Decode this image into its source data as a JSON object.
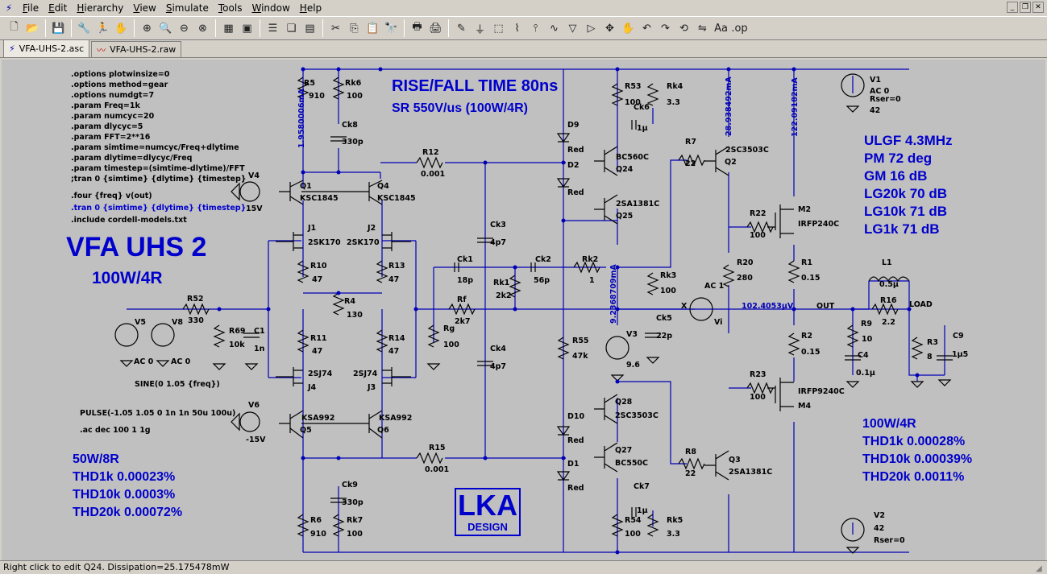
{
  "menu": [
    "File",
    "Edit",
    "Hierarchy",
    "View",
    "Simulate",
    "Tools",
    "Window",
    "Help"
  ],
  "window_controls": [
    "_",
    "❐",
    "✕"
  ],
  "toolbar_icons": [
    [
      "new-schematic-icon",
      "🗋"
    ],
    [
      "open-icon",
      "📂"
    ],
    [
      "sep",
      ""
    ],
    [
      "save-icon",
      "💾"
    ],
    [
      "sep",
      ""
    ],
    [
      "control-panel-icon",
      "🔧"
    ],
    [
      "run-icon",
      "🏃"
    ],
    [
      "halt-icon",
      "✋"
    ],
    [
      "sep",
      ""
    ],
    [
      "zoom-in-icon",
      "⊕"
    ],
    [
      "zoom-pan-icon",
      "🔍"
    ],
    [
      "zoom-out-icon",
      "⊖"
    ],
    [
      "zoom-fit-icon",
      "⊗"
    ],
    [
      "sep",
      ""
    ],
    [
      "waveform-icon",
      "▦"
    ],
    [
      "autorange-icon",
      "▣"
    ],
    [
      "sep",
      ""
    ],
    [
      "tile-horizontal-icon",
      "☰"
    ],
    [
      "cascade-icon",
      "❏"
    ],
    [
      "tile-vertical-icon",
      "▤"
    ],
    [
      "sep",
      ""
    ],
    [
      "cut-icon",
      "✂"
    ],
    [
      "copy-icon",
      "⎘"
    ],
    [
      "paste-icon",
      "📋"
    ],
    [
      "find-icon",
      "🔭"
    ],
    [
      "sep",
      ""
    ],
    [
      "print-setup-icon",
      "🖶"
    ],
    [
      "print-icon",
      "🖨"
    ],
    [
      "sep",
      ""
    ],
    [
      "wire-icon",
      "✎"
    ],
    [
      "ground-icon",
      "⏚"
    ],
    [
      "label-net-icon",
      "⬚"
    ],
    [
      "resistor-icon",
      "⌇"
    ],
    [
      "capacitor-icon",
      "⫯"
    ],
    [
      "inductor-icon",
      "∿"
    ],
    [
      "diode-icon",
      "▽"
    ],
    [
      "component-icon",
      "▷"
    ],
    [
      "move-icon",
      "✥"
    ],
    [
      "drag-icon",
      "✋"
    ],
    [
      "undo-icon",
      "↶"
    ],
    [
      "redo-icon",
      "↷"
    ],
    [
      "rotate-icon",
      "⟲"
    ],
    [
      "mirror-icon",
      "⇋"
    ],
    [
      "text-icon",
      "Aa"
    ],
    [
      "spice-directive-icon",
      ".op"
    ]
  ],
  "tabs": [
    {
      "label": "VFA-UHS-2.asc",
      "icon": "schematic-tab-icon"
    },
    {
      "label": "VFA-UHS-2.raw",
      "icon": "waveform-tab-icon"
    }
  ],
  "status": "Right click to edit Q24.  Dissipation=25.175478mW",
  "big_text": {
    "title": "VFA UHS 2",
    "subtitle": "100W/4R",
    "rise": "RISE/FALL TIME 80ns",
    "slew": "SR 550V/us (100W/4R)",
    "stab": [
      "ULGF 4.3MHz",
      "PM 72 deg",
      "GM 16 dB",
      "LG20k 70 dB",
      "LG10k 71 dB",
      "LG1k 71 dB"
    ],
    "thd8": [
      "50W/8R",
      "THD1k 0.00023%",
      "THD10k 0.0003%",
      "THD20k 0.00072%"
    ],
    "thd4": [
      "100W/4R",
      "THD1k 0.00028%",
      "THD10k 0.00039%",
      "THD20k 0.0011%"
    ],
    "lka": "LKA",
    "lka_sub": "DESIGN"
  },
  "directives": [
    ".options plotwinsize=0",
    ".options method=gear",
    ".options numdgt=7",
    ".param Freq=1k",
    ".param numcyc=20",
    ".param dlycyc=5",
    ".param FFT=2**16",
    ".param simtime=numcyc/Freq+dlytime",
    ".param dlytime=dlycyc/Freq",
    ".param timestep=(simtime-dlytime)/FFT",
    ";tran 0 {simtime} {dlytime} {timestep}"
  ],
  "directives2": [
    ".four {freq} v(out)",
    ".tran 0 {simtime} {dlytime} {timestep}",
    ".include cordell-models.txt"
  ],
  "sim_cmds": [
    "SINE(0 1.05 {freq})",
    "PULSE(-1.05 1.05 0 1n 1n 50u 100u)",
    ".ac dec 100 1 1g"
  ],
  "currents": [
    "1.9580006mA",
    "28.938492mA",
    "122.09182mA",
    "9.2368709mA",
    "102.4053µV"
  ],
  "labels": [
    [
      "R5",
      375,
      32
    ],
    [
      "910",
      381,
      48
    ],
    [
      "Rk6",
      426,
      32
    ],
    [
      "100",
      428,
      48
    ],
    [
      "Ck8",
      422,
      84
    ],
    [
      "330p",
      422,
      105
    ],
    [
      "V4",
      306,
      147
    ],
    [
      "15V",
      303,
      188
    ],
    [
      "Q1",
      370,
      160
    ],
    [
      "KSC1845",
      370,
      175
    ],
    [
      "Q4",
      466,
      160
    ],
    [
      "KSC1845",
      466,
      175
    ],
    [
      "J1",
      380,
      212
    ],
    [
      "2SK170",
      380,
      230
    ],
    [
      "J2",
      454,
      212
    ],
    [
      "2SK170",
      428,
      230
    ],
    [
      "R10",
      383,
      259
    ],
    [
      "47",
      385,
      276
    ],
    [
      "R13",
      480,
      259
    ],
    [
      "47",
      480,
      276
    ],
    [
      "R4",
      425,
      303
    ],
    [
      "130",
      428,
      320
    ],
    [
      "R11",
      383,
      349
    ],
    [
      "47",
      385,
      365
    ],
    [
      "R14",
      480,
      349
    ],
    [
      "47",
      480,
      365
    ],
    [
      "2SJ74",
      380,
      393
    ],
    [
      "2SJ74",
      436,
      393
    ],
    [
      "J4",
      380,
      410
    ],
    [
      "J3",
      454,
      410
    ],
    [
      "V5",
      165,
      329
    ],
    [
      "V8",
      211,
      329
    ],
    [
      "AC 0",
      164,
      378
    ],
    [
      "AC 0",
      210,
      378
    ],
    [
      "R52",
      230,
      300
    ],
    [
      "330",
      231,
      327
    ],
    [
      "R69",
      282,
      340
    ],
    [
      "10k",
      282,
      357
    ],
    [
      "C1",
      313,
      340
    ],
    [
      "1n",
      313,
      362
    ],
    [
      "V6",
      306,
      432
    ],
    [
      "-15V",
      303,
      475
    ],
    [
      "KSA992",
      372,
      448
    ],
    [
      "Q5",
      370,
      463
    ],
    [
      "KSA992",
      468,
      448
    ],
    [
      "Q6",
      466,
      463
    ],
    [
      "R6",
      383,
      575
    ],
    [
      "910",
      383,
      592
    ],
    [
      "Rk7",
      428,
      575
    ],
    [
      "100",
      428,
      592
    ],
    [
      "Ck9",
      422,
      531
    ],
    [
      "330p",
      422,
      553
    ],
    [
      "R12",
      522,
      118
    ],
    [
      "0.001",
      520,
      145
    ],
    [
      "R15",
      530,
      485
    ],
    [
      "0.001",
      525,
      512
    ],
    [
      "Ck3",
      606,
      208
    ],
    [
      "4p7",
      606,
      230
    ],
    [
      "Ck4",
      606,
      362
    ],
    [
      "4p7",
      606,
      384
    ],
    [
      "Ck1",
      565,
      251
    ],
    [
      "18p",
      565,
      277
    ],
    [
      "Ck2",
      662,
      251
    ],
    [
      "56p",
      660,
      277
    ],
    [
      "Rk2",
      720,
      251
    ],
    [
      "1",
      729,
      277
    ],
    [
      "Rk1",
      610,
      280
    ],
    [
      "2k2",
      613,
      296
    ],
    [
      "Rf",
      565,
      301
    ],
    [
      "2k7",
      562,
      328
    ],
    [
      "Rg",
      548,
      337
    ],
    [
      "100",
      548,
      357
    ],
    [
      "R53",
      773,
      36
    ],
    [
      "100",
      773,
      56
    ],
    [
      "Rk4",
      825,
      36
    ],
    [
      "3.3",
      825,
      56
    ],
    [
      "Ck6",
      784,
      62
    ],
    [
      "1µ",
      788,
      88
    ],
    [
      "D9",
      702,
      84
    ],
    [
      "Red",
      702,
      115
    ],
    [
      "D2",
      702,
      134
    ],
    [
      "Red",
      702,
      168
    ],
    [
      "BC560C",
      762,
      124
    ],
    [
      "Q24",
      762,
      139
    ],
    [
      "2SA1381C",
      762,
      182
    ],
    [
      "Q25",
      762,
      197
    ],
    [
      "R7",
      848,
      105
    ],
    [
      "22",
      848,
      132
    ],
    [
      "2SC3503C",
      898,
      115
    ],
    [
      "Q2",
      897,
      130
    ],
    [
      "R22",
      928,
      194
    ],
    [
      "100",
      928,
      221
    ],
    [
      "M2",
      988,
      189
    ],
    [
      "IRFP240C",
      988,
      207
    ],
    [
      "R20",
      912,
      255
    ],
    [
      "280",
      912,
      274
    ],
    [
      "R1",
      992,
      255
    ],
    [
      "0.15",
      992,
      274
    ],
    [
      "Rk3",
      817,
      271
    ],
    [
      "100",
      817,
      290
    ],
    [
      "Ck5",
      812,
      324
    ],
    [
      "22p",
      812,
      346
    ],
    [
      "AC 1",
      872,
      284
    ],
    [
      "X",
      843,
      309
    ],
    [
      "Vi",
      884,
      329
    ],
    [
      "OUT",
      1011,
      309
    ],
    [
      "R55",
      708,
      352
    ],
    [
      "47k",
      708,
      371
    ],
    [
      "V3",
      775,
      344
    ],
    [
      "9.6",
      775,
      382
    ],
    [
      "R2",
      992,
      346
    ],
    [
      "0.15",
      992,
      366
    ],
    [
      "R23",
      928,
      394
    ],
    [
      "100",
      928,
      422
    ],
    [
      "IRFP9240C",
      988,
      415
    ],
    [
      "M4",
      988,
      433
    ],
    [
      "D10",
      702,
      446
    ],
    [
      "Red",
      702,
      476
    ],
    [
      "D1",
      702,
      505
    ],
    [
      "Red",
      702,
      535
    ],
    [
      "Q28",
      761,
      428
    ],
    [
      "2SC3503C",
      761,
      445
    ],
    [
      "Q27",
      761,
      488
    ],
    [
      "BC550C",
      761,
      504
    ],
    [
      "R8",
      848,
      490
    ],
    [
      "22",
      848,
      517
    ],
    [
      "Q3",
      902,
      500
    ],
    [
      "2SA1381C",
      902,
      515
    ],
    [
      "Ck7",
      784,
      533
    ],
    [
      "1µ",
      788,
      563
    ],
    [
      "R54",
      773,
      575
    ],
    [
      "100",
      773,
      592
    ],
    [
      "Rk5",
      825,
      575
    ],
    [
      "3.3",
      825,
      592
    ],
    [
      "V1",
      1077,
      28
    ],
    [
      "AC 0",
      1077,
      42
    ],
    [
      "Rser=0",
      1077,
      52
    ],
    [
      "42",
      1077,
      66
    ],
    [
      "V2",
      1082,
      569
    ],
    [
      "42",
      1082,
      585
    ],
    [
      "Rser=0",
      1082,
      600
    ],
    [
      "L1",
      1092,
      255
    ],
    [
      "0.5µ",
      1089,
      282
    ],
    [
      "R16",
      1090,
      302
    ],
    [
      "2.2",
      1092,
      329
    ],
    [
      "LOAD",
      1126,
      307
    ],
    [
      "R9",
      1066,
      331
    ],
    [
      "10",
      1067,
      350
    ],
    [
      "C4",
      1062,
      370
    ],
    [
      "0.1µ",
      1060,
      392
    ],
    [
      "R3",
      1148,
      354
    ],
    [
      "8",
      1148,
      372
    ],
    [
      "C9",
      1180,
      346
    ],
    [
      "1µ5",
      1179,
      369
    ]
  ]
}
